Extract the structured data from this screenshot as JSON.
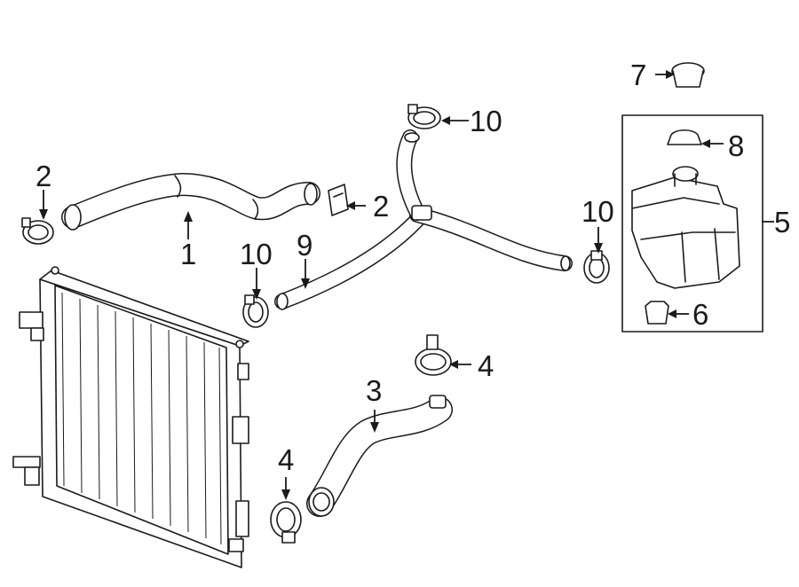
{
  "diagram": {
    "callouts": {
      "c1": "1",
      "c2_left": "2",
      "c2_right": "2",
      "c3": "3",
      "c4_top": "4",
      "c4_bottom": "4",
      "c5": "5",
      "c6": "6",
      "c7": "7",
      "c8": "8",
      "c9": "9",
      "c10_top": "10",
      "c10_left": "10",
      "c10_right": "10"
    }
  }
}
